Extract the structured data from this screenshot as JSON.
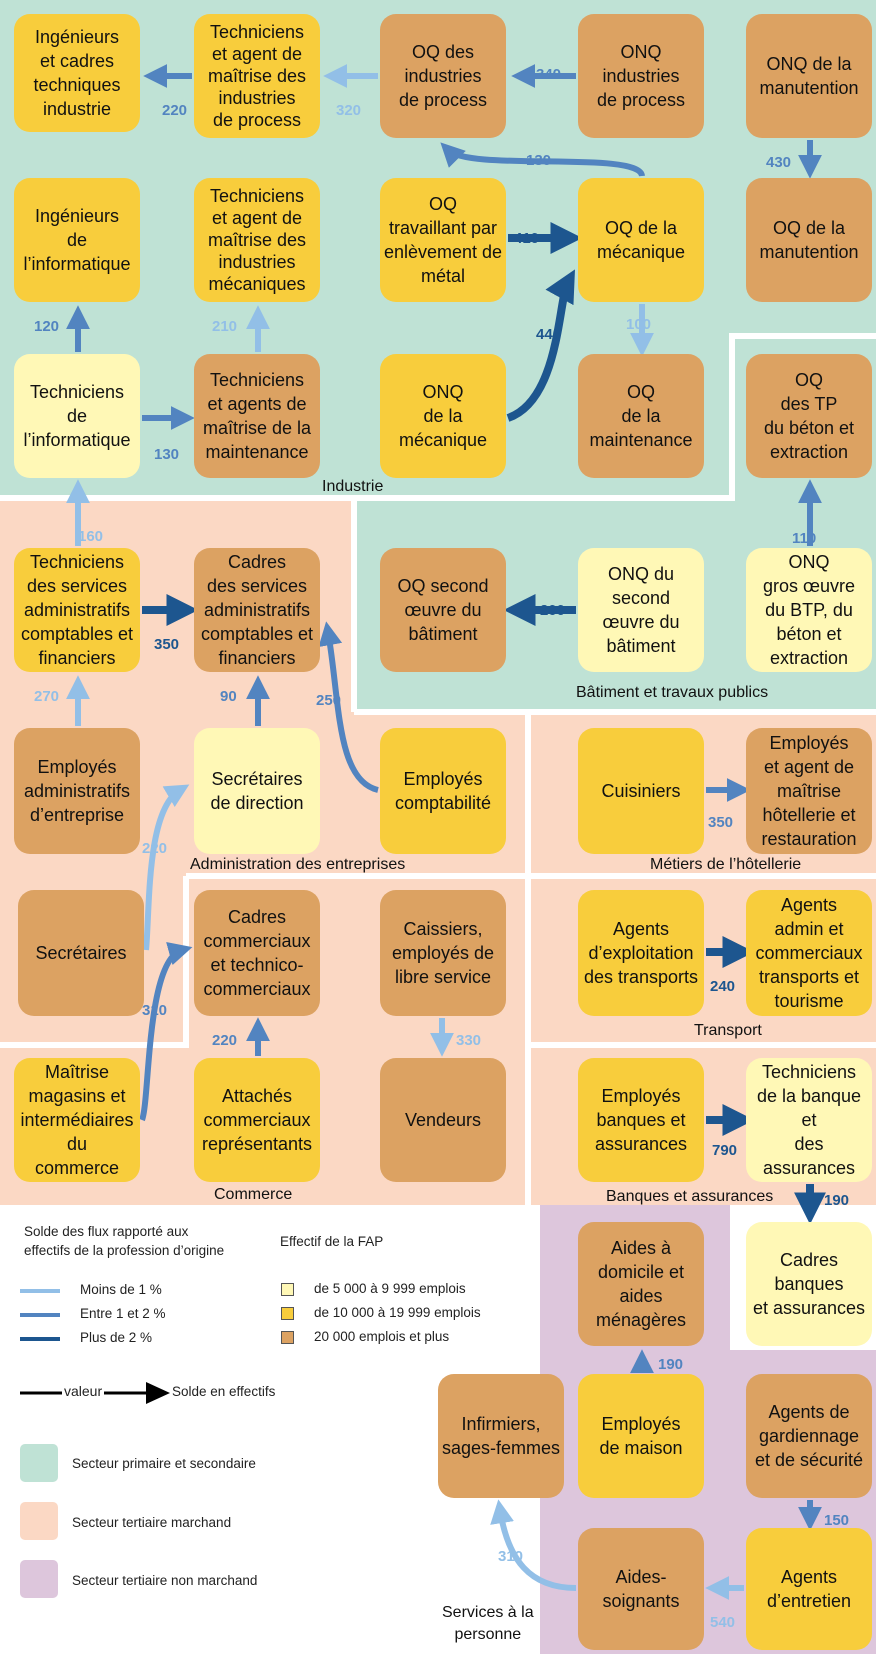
{
  "colors": {
    "sector_primary": "#bfe2d5",
    "sector_tertiary_marchand": "#fbd8c4",
    "sector_tertiary_non_marchand": "#ddc6dc",
    "fap_5000": "#fff8b6",
    "fap_10000": "#f8cd3c",
    "fap_20000": "#dca262",
    "flow_light": "#92bfe7",
    "flow_medium": "#5284c0",
    "flow_dark": "#1d568f"
  },
  "sector_labels": {
    "industrie": "Industrie",
    "btp": "Bâtiment et travaux publics",
    "administration": "Administration des entreprises",
    "hotellerie": "Métiers de l’hôtellerie",
    "transport": "Transport",
    "commerce": "Commerce",
    "banques": "Banques et assurances",
    "services": "Services à la\npersonne"
  },
  "boxes": {
    "ingenieurs_cadres_industrie": "Ingénieurs\net cadres\ntechniques\nindustrie",
    "techniciens_process": "Techniciens\net agent de\nmaîtrise des\nindustries\nde process",
    "oq_process": "OQ des\nindustries\nde process",
    "onq_process": "ONQ\nindustries\nde process",
    "onq_manutention": "ONQ de la\nmanutention",
    "ingenieurs_informatique": "Ingénieurs\nde\nl’informatique",
    "techniciens_mecaniques": "Techniciens\net agent de\nmaîtrise des\nindustries\nmécaniques",
    "oq_enlevement": "OQ\ntravaillant par\nenlèvement de\nmétal",
    "oq_mecanique": "OQ de la\nmécanique",
    "oq_manutention": "OQ de la\nmanutention",
    "techniciens_informatique": "Techniciens\nde\nl’informatique",
    "techniciens_maintenance": "Techniciens\net agents de\nmaîtrise de la\nmaintenance",
    "onq_mecanique": "ONQ\nde la\nmécanique",
    "oq_maintenance": "OQ\nde la\nmaintenance",
    "oq_tp": "OQ\ndes TP\ndu béton et\nextraction",
    "techniciens_admin": "Techniciens\ndes services\nadministratifs\ncomptables et\nfinanciers",
    "cadres_admin": "Cadres\ndes services\nadministratifs\ncomptables et\nfinanciers",
    "oq_second_oeuvre": "OQ second\nœuvre du\nbâtiment",
    "onq_second_oeuvre": "ONQ du\nsecond\nœuvre du\nbâtiment",
    "onq_gros_oeuvre": "ONQ\ngros œuvre\ndu BTP, du\nbéton  et\nextraction",
    "employes_admin": "Employés\nadministratifs\nd’entreprise",
    "secretaires_direction": "Secrétaires\nde direction",
    "employes_comptabilite": "Employés\ncomptabilité",
    "cuisiniers": "Cuisiniers",
    "employes_hotellerie": "Employés\net agent de\nmaîtrise\nhôtellerie et\nrestauration",
    "secretaires": "Secrétaires",
    "cadres_commerciaux": "Cadres\ncommerciaux\net technico-\ncommerciaux",
    "caissiers": "Caissiers,\nemployés de\nlibre service",
    "agents_exploitation": "Agents\nd’exploitation\ndes transports",
    "agents_admin_transports": "Agents\nadmin et\ncommerciaux\ntransports et\ntourisme",
    "maitrise_magasins": "Maîtrise\nmagasins et\nintermédiaires\ndu\ncommerce",
    "attaches_commerciaux": "Attachés\ncommerciaux\nreprésentants",
    "vendeurs": "Vendeurs",
    "employes_banques": "Employés\nbanques et\nassurances",
    "techniciens_banque": "Techniciens\nde la banque et\ndes assurances",
    "cadres_banques": "Cadres\nbanques\net assurances",
    "aides_domicile": "Aides à\ndomicile et\naides\nménagères",
    "infirmiers": "Infirmiers,\nsages-femmes",
    "employes_maison": "Employés\nde maison",
    "agents_gardiennage": "Agents de\ngardiennage\net de sécurité",
    "aides_soignants": "Aides-\nsoignants",
    "agents_entretien": "Agents\nd’entretien"
  },
  "flows": [
    {
      "id": "f220",
      "value": "220",
      "level": "medium"
    },
    {
      "id": "f320",
      "value": "320",
      "level": "light"
    },
    {
      "id": "f340",
      "value": "340",
      "level": "medium"
    },
    {
      "id": "f430",
      "value": "430",
      "level": "medium"
    },
    {
      "id": "f130a",
      "value": "130",
      "level": "medium"
    },
    {
      "id": "f410",
      "value": "410",
      "level": "dark"
    },
    {
      "id": "f100",
      "value": "100",
      "level": "light"
    },
    {
      "id": "f440",
      "value": "440",
      "level": "dark"
    },
    {
      "id": "f120",
      "value": "120",
      "level": "medium"
    },
    {
      "id": "f210",
      "value": "210",
      "level": "light"
    },
    {
      "id": "f130b",
      "value": "130",
      "level": "medium"
    },
    {
      "id": "f160",
      "value": "160",
      "level": "light"
    },
    {
      "id": "f110",
      "value": "110",
      "level": "medium"
    },
    {
      "id": "f350a",
      "value": "350",
      "level": "dark"
    },
    {
      "id": "f200",
      "value": "200",
      "level": "dark"
    },
    {
      "id": "f270",
      "value": "270",
      "level": "light"
    },
    {
      "id": "f90",
      "value": "90",
      "level": "medium"
    },
    {
      "id": "f250",
      "value": "250",
      "level": "medium"
    },
    {
      "id": "f220b",
      "value": "220",
      "level": "light"
    },
    {
      "id": "f350b",
      "value": "350",
      "level": "medium"
    },
    {
      "id": "f310a",
      "value": "310",
      "level": "medium"
    },
    {
      "id": "f220c",
      "value": "220",
      "level": "medium"
    },
    {
      "id": "f330",
      "value": "330",
      "level": "light"
    },
    {
      "id": "f240",
      "value": "240",
      "level": "dark"
    },
    {
      "id": "f790",
      "value": "790",
      "level": "dark"
    },
    {
      "id": "f190a",
      "value": "190",
      "level": "dark"
    },
    {
      "id": "f190b",
      "value": "190",
      "level": "medium"
    },
    {
      "id": "f150",
      "value": "150",
      "level": "medium"
    },
    {
      "id": "f310b",
      "value": "310",
      "level": "light"
    },
    {
      "id": "f540",
      "value": "540",
      "level": "light"
    }
  ],
  "legend": {
    "flux_title": "Solde des flux rapporté aux\neffectifs de la profession d’origine",
    "flux_light": "Moins de 1 %",
    "flux_medium": "Entre 1 et 2 %",
    "flux_dark": "Plus de 2 %",
    "fap_title": "Effectif de la FAP",
    "fap_5000": "de 5 000 à 9 999 emplois",
    "fap_10000": "de 10 000 à 19 999 emplois",
    "fap_20000": "20 000 emplois et plus",
    "valeur_label": "valeur",
    "valeur_desc": "Solde en effectifs",
    "sector_primary": "Secteur primaire et secondaire",
    "sector_tertiary": "Secteur tertiaire marchand",
    "sector_non_marchand": "Secteur tertiaire non marchand"
  }
}
